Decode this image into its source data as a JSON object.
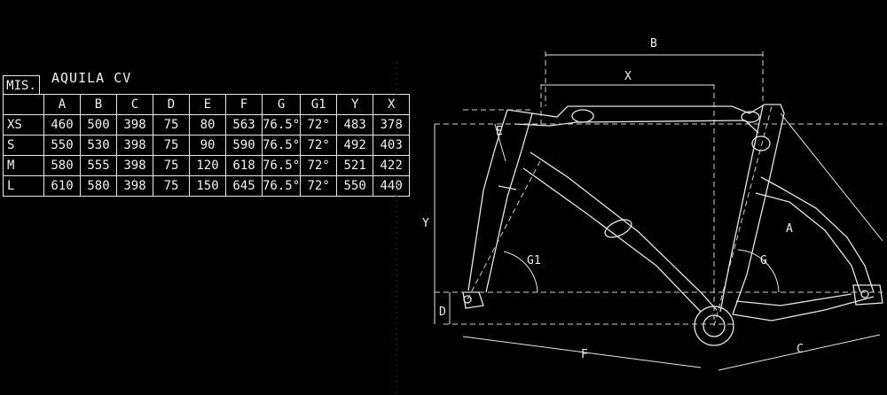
{
  "table": {
    "mis_label": "MIS.",
    "model": "AQUILA CV",
    "headers": [
      "",
      "A",
      "B",
      "C",
      "D",
      "E",
      "F",
      "G",
      "G1",
      "Y",
      "X"
    ],
    "rows": [
      [
        "XS",
        "460",
        "500",
        "398",
        "75",
        "80",
        "563",
        "76.5°",
        "72°",
        "483",
        "378"
      ],
      [
        "S",
        "550",
        "530",
        "398",
        "75",
        "90",
        "590",
        "76.5°",
        "72°",
        "492",
        "403"
      ],
      [
        "M",
        "580",
        "555",
        "398",
        "75",
        "120",
        "618",
        "76.5°",
        "72°",
        "521",
        "422"
      ],
      [
        "L",
        "610",
        "580",
        "398",
        "75",
        "150",
        "645",
        "76.5°",
        "72°",
        "550",
        "440"
      ]
    ]
  },
  "diagram": {
    "labels": {
      "A": "A",
      "B": "B",
      "X": "X",
      "Y": "Y",
      "E": "E",
      "G1": "G1",
      "G": "G",
      "D": "D",
      "F": "F",
      "C": "C"
    }
  }
}
